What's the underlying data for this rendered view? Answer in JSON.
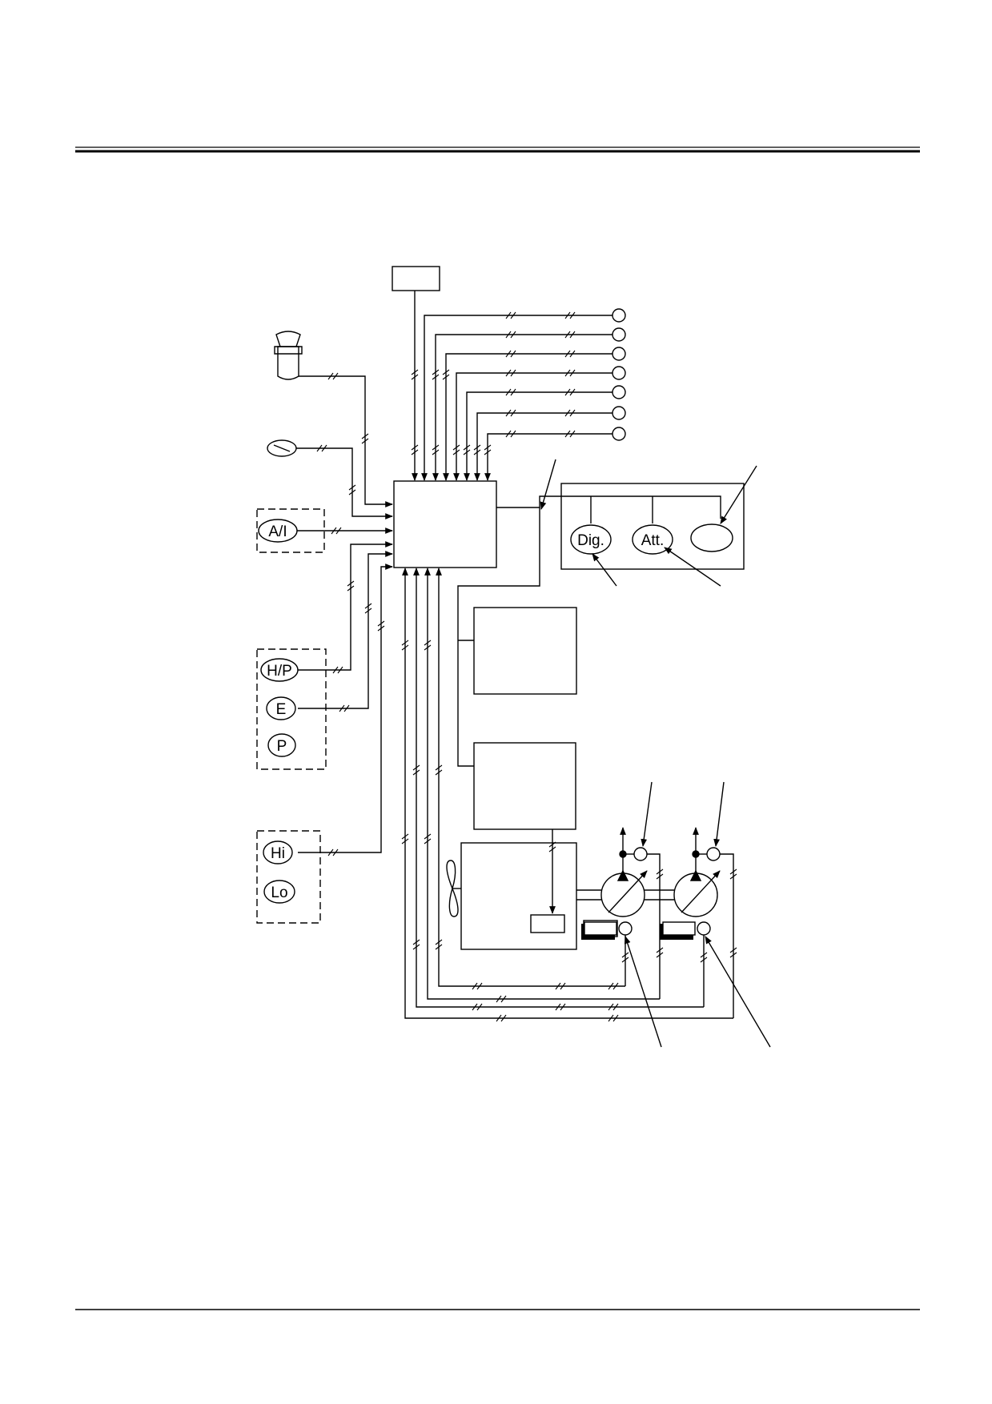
{
  "diagram": {
    "labels": {
      "switch_ai": "A/I",
      "mode_hp": "H/P",
      "mode_e": "E",
      "mode_p": "P",
      "speed_hi": "Hi",
      "speed_lo": "Lo",
      "gauge_dig": "Dig.",
      "gauge_att": "Att."
    },
    "colors": {
      "line": "#000000",
      "background": "#ffffff"
    }
  }
}
